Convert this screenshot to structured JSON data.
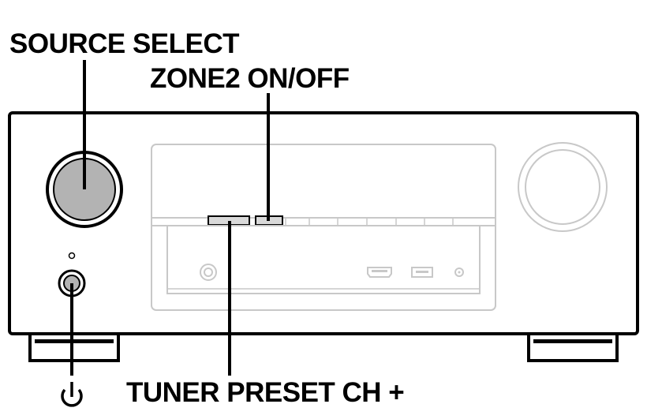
{
  "labels": {
    "source_select": "SOURCE SELECT",
    "zone2": "ZONE2 ON/OFF",
    "tuner_preset": "TUNER PRESET CH +"
  },
  "icons": {
    "power": "power-icon"
  },
  "colors": {
    "outline": "#000000",
    "panel_gray": "#c8c8c8",
    "knob_fill": "#b3b3b3",
    "button_fill": "#d9d9d9"
  }
}
